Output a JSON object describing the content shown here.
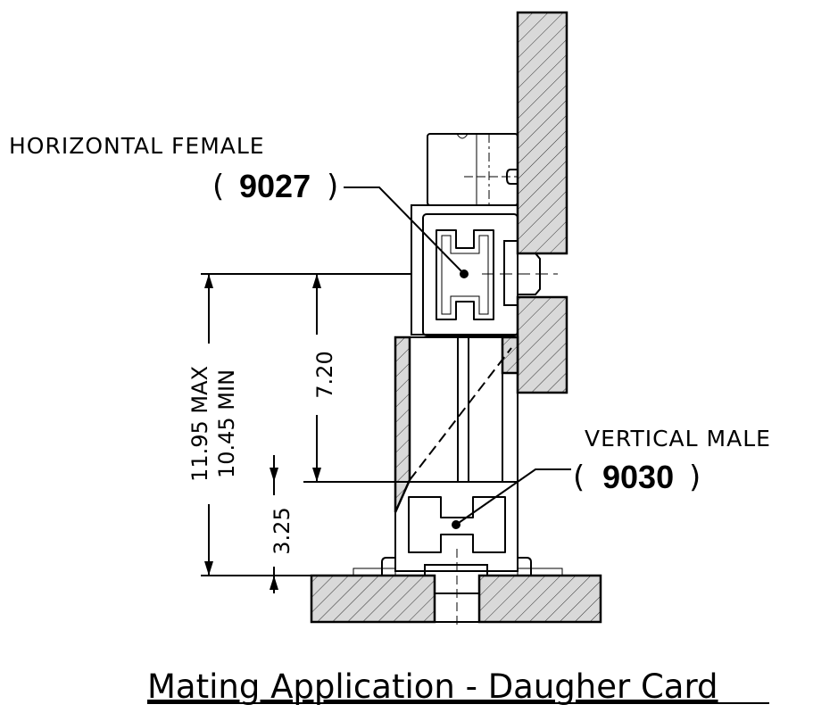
{
  "labels": {
    "horizontal_female": {
      "name": "HORIZONTAL FEMALE",
      "open": "(",
      "part_number": "9027",
      "close": ")"
    },
    "vertical_male": {
      "name": "VERTICAL MALE",
      "open": "(",
      "part_number": "9030",
      "close": ")"
    }
  },
  "dimensions": {
    "max_height": "11.95 MAX",
    "min_height": "10.45 MIN",
    "upper": "7.20",
    "lower": "3.25"
  },
  "caption": "Mating Application - Daugher Card"
}
